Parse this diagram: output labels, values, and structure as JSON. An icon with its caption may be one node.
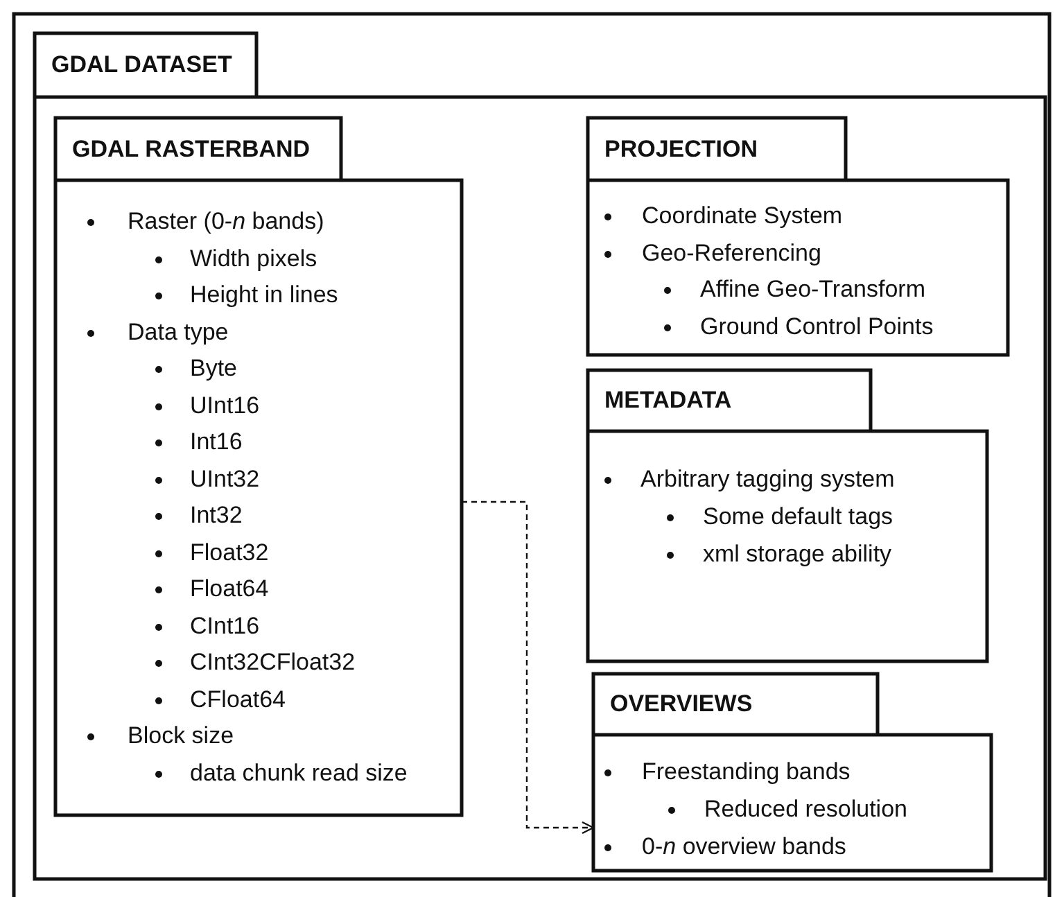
{
  "diagram": {
    "nodes": [
      {
        "text": [
          "GDAL DATASET"
        ]
      },
      {
        "text": [
          "GDAL RASTERBAND",
          "Raster  (0-*n*  bands)",
          "Width pixels",
          "Height in lines",
          "Data type",
          "Byte",
          "UInt16",
          "Int16",
          "UInt32",
          "Int32",
          "Float32",
          "Float64",
          "CInt16",
          "CInt32CFloat32",
          "CFloat64",
          "Block size",
          "data chunk read size"
        ],
        "in": 0
      },
      {
        "text": [
          "PROJECTION",
          "Coordinate System",
          "Geo-Referencing",
          "Affine Geo-Transform",
          "Ground Control Points"
        ],
        "in": 0
      },
      {
        "text": [
          "METADATA",
          "Arbitrary tagging system",
          "Some default tags",
          "xml storage ability"
        ],
        "in": 0
      },
      {
        "text": [
          "OVERVIEWS",
          "Freestanding bands",
          "Reduced resolution",
          "0-*n* overview bands"
        ],
        "in": 0
      }
    ],
    "edges": [
      {
        "from": 1,
        "to": 4,
        "arrow": "to",
        "style": "dashed"
      }
    ]
  }
}
